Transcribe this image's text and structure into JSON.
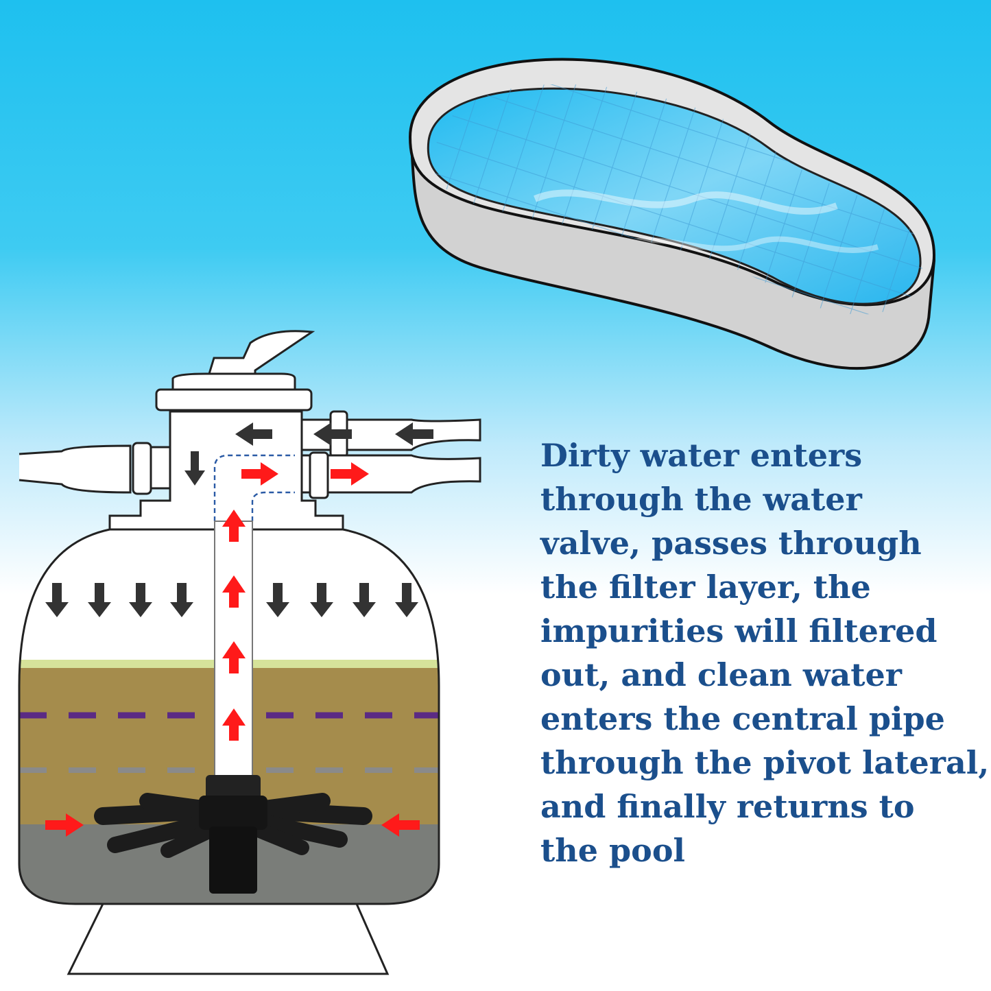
{
  "caption": {
    "lines": [
      "Dirty water enters",
      "through the water",
      "valve, passes through",
      "the filter layer, the",
      "impurities will filtered",
      "out, and clean water",
      "enters the central pipe",
      "through the pivot lateral,",
      "and finally returns to",
      "the pool"
    ]
  },
  "colors": {
    "sky_top": "#1ec0ef",
    "sky_bottom": "#ffffff",
    "caption_text": "#1b4f8c",
    "pool_water": "#2fc3f0",
    "pool_rim": "#d2d2d2",
    "sand": "#a58c4c",
    "gravel_top": "#d6e39a",
    "stone": "#7a7d79",
    "flow_dirty_arrow": "#333333",
    "flow_clean_arrow": "#ff1a1a",
    "layer_line_purple": "#5b2a84",
    "layer_line_gray": "#8a8a8a",
    "lateral": "#1c1c1c"
  },
  "icons": {
    "dirty_flow": "arrow-down-icon",
    "clean_flow": "arrow-up-icon",
    "inflow": "arrow-left-icon",
    "outflow": "arrow-right-icon"
  }
}
